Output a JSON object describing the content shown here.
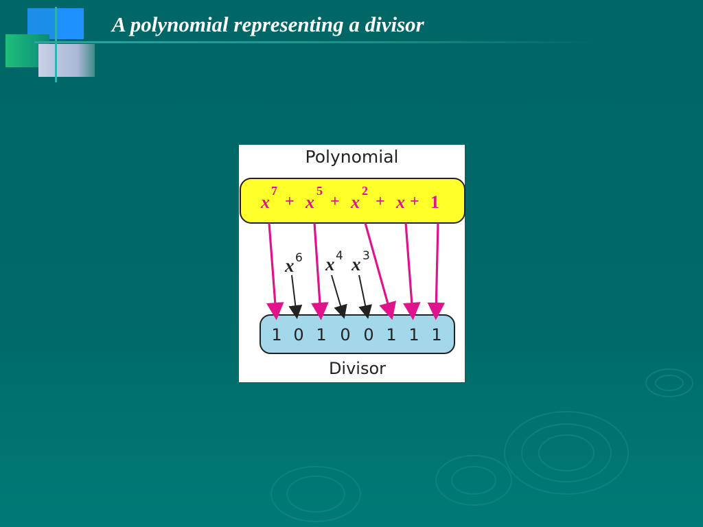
{
  "slide": {
    "title": "A polynomial representing a divisor"
  },
  "figure": {
    "top_label": "Polynomial",
    "bottom_label": "Divisor",
    "polynomial": {
      "terms": [
        {
          "base": "x",
          "exp": "7"
        },
        {
          "op": "+"
        },
        {
          "base": "x",
          "exp": "5"
        },
        {
          "op": "+"
        },
        {
          "base": "x",
          "exp": "2"
        },
        {
          "op": "+"
        },
        {
          "base": "x"
        },
        {
          "op": "+"
        },
        {
          "const": "1"
        }
      ]
    },
    "missing_terms": [
      {
        "base": "x",
        "exp": "6"
      },
      {
        "base": "x",
        "exp": "4"
      },
      {
        "base": "x",
        "exp": "3"
      }
    ],
    "bits": [
      "1",
      "0",
      "1",
      "0",
      "0",
      "1",
      "1",
      "1"
    ],
    "colors": {
      "polynomial_box": "#ffff2a",
      "polynomial_text": "#e0138c",
      "divisor_box": "#a3d8ea",
      "present_arrow": "#e0138c",
      "missing_arrow": "#222222"
    }
  }
}
